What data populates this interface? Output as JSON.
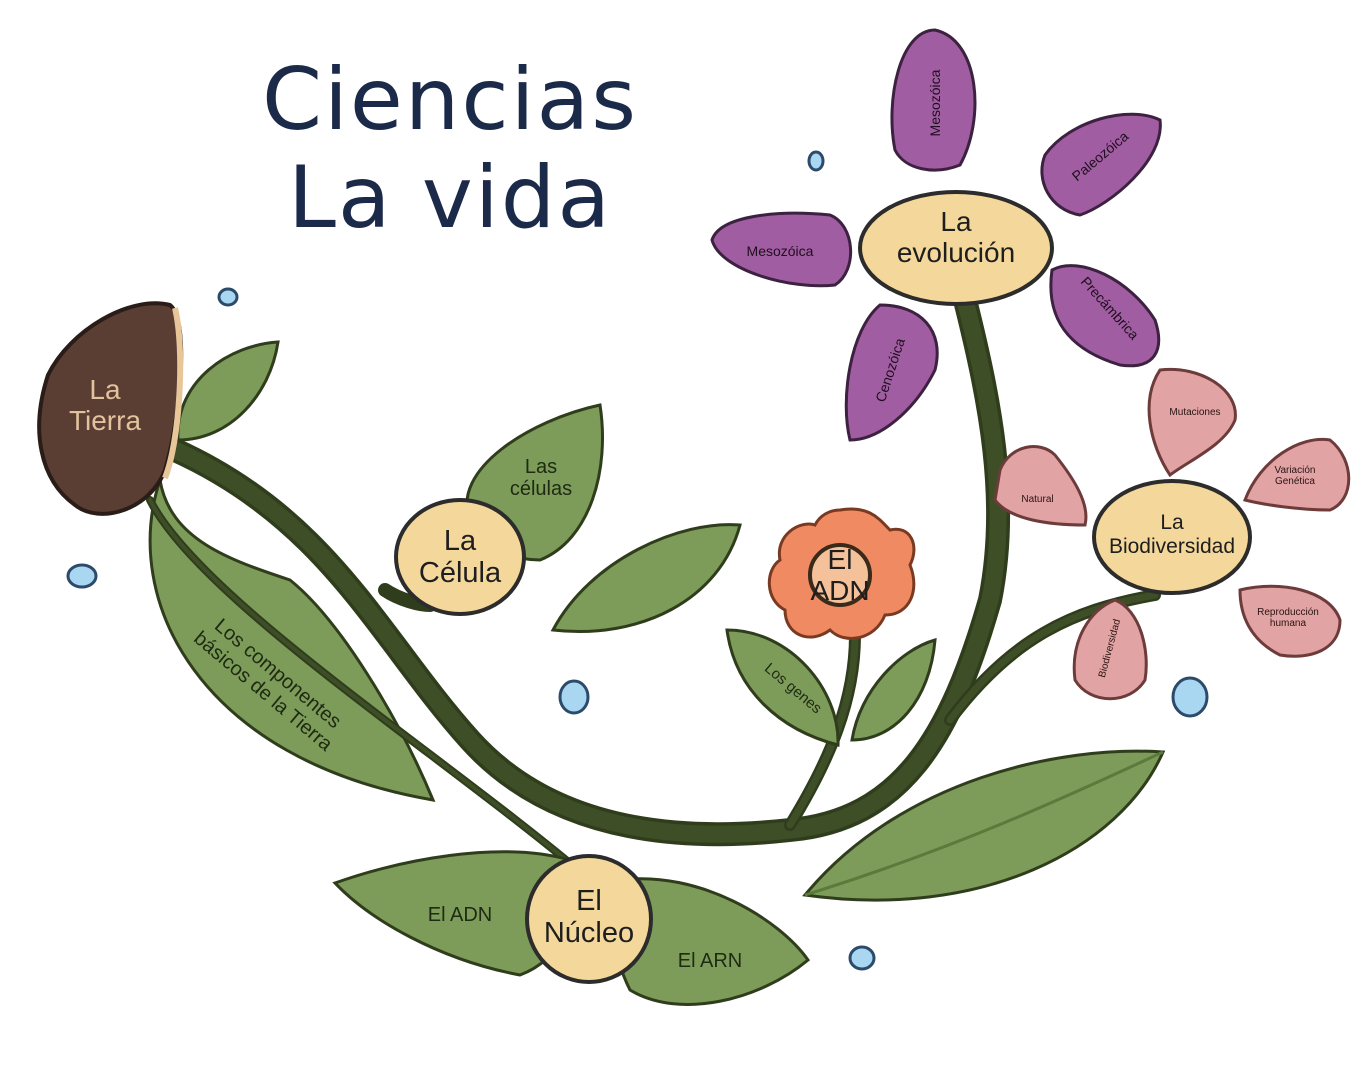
{
  "title": {
    "line1": "Ciencias",
    "line2": "La vida"
  },
  "colors": {
    "title": "#1c2a4a",
    "stem": "#3a4a24",
    "leaf": "#7d9c5a",
    "leaf_shadow": "#5b7a3b",
    "node": "#f4d79a",
    "earth": "#5b3e33",
    "purple_petal": "#a15da1",
    "pink_petal": "#e1a3a3",
    "dna_flower": "#ef8a63",
    "water": "#a9d7f2"
  },
  "nodes": {
    "tierra": "La\nTierra",
    "celula": "La\nCélula",
    "nucleo": "El\nNúcleo",
    "adn": "El\nADN",
    "evolucion": "La\nevolución",
    "biodiversidad": "La\nBiodiversidad"
  },
  "leaves": {
    "celulas": "Las\ncélulas",
    "componentes": "Los componentes\nbásicos de la Tierra",
    "adn": "El ADN",
    "arn": "El ARN",
    "genes": "Los genes"
  },
  "evolution_petals": {
    "top": "Mesozóica",
    "right_top": "Paleozóica",
    "left": "Mesozóica",
    "right_bottom": "Precámbrica",
    "bottom": "Cenozóica"
  },
  "biodiversity_petals": {
    "mutaciones": "Mutaciones",
    "variacion": "Variación\nGenética",
    "natural": "Natural",
    "reproduccion": "Reproducción\nhumana",
    "biodiversidad": "Biodiversidad"
  }
}
